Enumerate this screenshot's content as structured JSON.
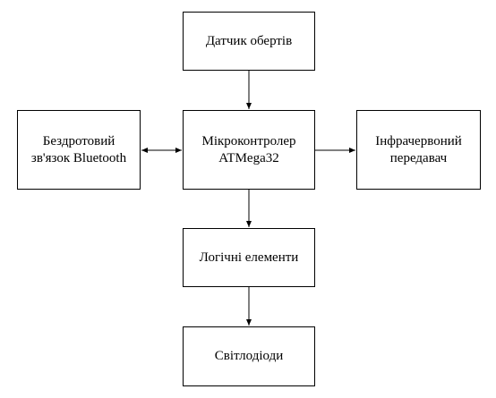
{
  "blocks": {
    "sensor": {
      "lines": [
        "Датчик обертів"
      ]
    },
    "mcu": {
      "lines": [
        "Мікроконтролер",
        "ATMega32"
      ]
    },
    "bluetooth": {
      "lines": [
        "Бездротовий",
        "зв'язок Bluetooth"
      ]
    },
    "ir": {
      "lines": [
        "Інфрачервоний",
        "передавач"
      ]
    },
    "logic": {
      "lines": [
        "Логічні елементи"
      ]
    },
    "leds": {
      "lines": [
        "Світлодіоди"
      ]
    }
  },
  "colors": {
    "stroke": "#000000",
    "fill": "#ffffff"
  }
}
